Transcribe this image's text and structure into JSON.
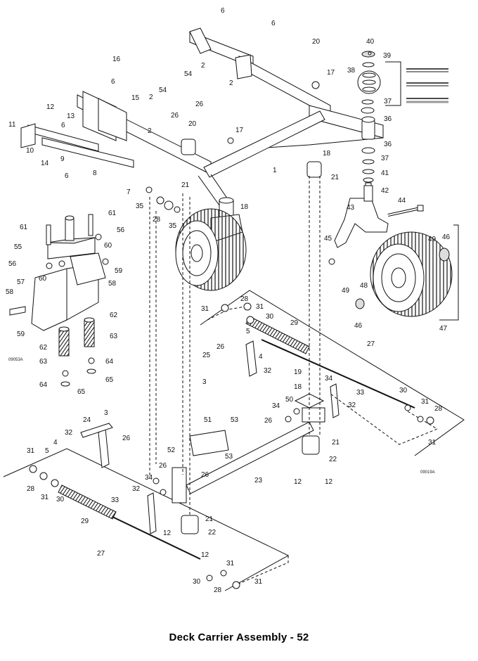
{
  "caption": "Deck Carrier Assembly - 52",
  "codes": [
    "09053A",
    "09019A"
  ],
  "callouts": [
    {
      "id": "c6a",
      "label": "6"
    },
    {
      "id": "c6b",
      "label": "6"
    },
    {
      "id": "c20a",
      "label": "20"
    },
    {
      "id": "c40",
      "label": "40"
    },
    {
      "id": "c39",
      "label": "39"
    },
    {
      "id": "c38",
      "label": "38"
    },
    {
      "id": "c17a",
      "label": "17"
    },
    {
      "id": "c2a",
      "label": "2"
    },
    {
      "id": "c2b",
      "label": "2"
    },
    {
      "id": "c54a",
      "label": "54"
    },
    {
      "id": "c26a",
      "label": "26"
    },
    {
      "id": "c16",
      "label": "16"
    },
    {
      "id": "c6c",
      "label": "6"
    },
    {
      "id": "c15",
      "label": "15"
    },
    {
      "id": "c54b",
      "label": "54"
    },
    {
      "id": "c2c",
      "label": "2"
    },
    {
      "id": "c26b",
      "label": "26"
    },
    {
      "id": "c2d",
      "label": "2"
    },
    {
      "id": "c12a",
      "label": "12"
    },
    {
      "id": "c13",
      "label": "13"
    },
    {
      "id": "c6d",
      "label": "6"
    },
    {
      "id": "c11",
      "label": "11"
    },
    {
      "id": "c10",
      "label": "10"
    },
    {
      "id": "c14",
      "label": "14"
    },
    {
      "id": "c9",
      "label": "9"
    },
    {
      "id": "c6e",
      "label": "6"
    },
    {
      "id": "c8",
      "label": "8"
    },
    {
      "id": "c20b",
      "label": "20"
    },
    {
      "id": "c17b",
      "label": "17"
    },
    {
      "id": "c37a",
      "label": "37"
    },
    {
      "id": "c36a",
      "label": "36"
    },
    {
      "id": "c36b",
      "label": "36"
    },
    {
      "id": "c18a",
      "label": "18"
    },
    {
      "id": "c1",
      "label": "1"
    },
    {
      "id": "c21a",
      "label": "21"
    },
    {
      "id": "c37b",
      "label": "37"
    },
    {
      "id": "c41",
      "label": "41"
    },
    {
      "id": "c42",
      "label": "42"
    },
    {
      "id": "c7",
      "label": "7"
    },
    {
      "id": "c21b",
      "label": "21"
    },
    {
      "id": "c35a",
      "label": "35"
    },
    {
      "id": "c18b",
      "label": "18"
    },
    {
      "id": "c43",
      "label": "43"
    },
    {
      "id": "c44",
      "label": "44"
    },
    {
      "id": "c28a",
      "label": "28"
    },
    {
      "id": "c35b",
      "label": "35"
    },
    {
      "id": "c61a",
      "label": "61"
    },
    {
      "id": "c61b",
      "label": "61"
    },
    {
      "id": "c56a",
      "label": "56"
    },
    {
      "id": "c45",
      "label": "45"
    },
    {
      "id": "c49a",
      "label": "49"
    },
    {
      "id": "c46a",
      "label": "46"
    },
    {
      "id": "c55",
      "label": "55"
    },
    {
      "id": "c60a",
      "label": "60"
    },
    {
      "id": "c56b",
      "label": "56"
    },
    {
      "id": "c60b",
      "label": "60"
    },
    {
      "id": "c59a",
      "label": "59"
    },
    {
      "id": "c57",
      "label": "57"
    },
    {
      "id": "c58a",
      "label": "58"
    },
    {
      "id": "c58b",
      "label": "58"
    },
    {
      "id": "c59b",
      "label": "59"
    },
    {
      "id": "c62a",
      "label": "62"
    },
    {
      "id": "c63a",
      "label": "63"
    },
    {
      "id": "c62b",
      "label": "62"
    },
    {
      "id": "c63b",
      "label": "63"
    },
    {
      "id": "c64a",
      "label": "64"
    },
    {
      "id": "c65a",
      "label": "65"
    },
    {
      "id": "c64b",
      "label": "64"
    },
    {
      "id": "c65b",
      "label": "65"
    },
    {
      "id": "c48",
      "label": "48"
    },
    {
      "id": "c49b",
      "label": "49"
    },
    {
      "id": "c46b",
      "label": "46"
    },
    {
      "id": "c47",
      "label": "47"
    },
    {
      "id": "c31a",
      "label": "31"
    },
    {
      "id": "c28b",
      "label": "28"
    },
    {
      "id": "c31b",
      "label": "31"
    },
    {
      "id": "c30a",
      "label": "30"
    },
    {
      "id": "c29a",
      "label": "29"
    },
    {
      "id": "c5a",
      "label": "5"
    },
    {
      "id": "c27a",
      "label": "27"
    },
    {
      "id": "c26c",
      "label": "26"
    },
    {
      "id": "c4a",
      "label": "4"
    },
    {
      "id": "c25",
      "label": "25"
    },
    {
      "id": "c32a",
      "label": "32"
    },
    {
      "id": "c3a",
      "label": "3"
    },
    {
      "id": "c19",
      "label": "19"
    },
    {
      "id": "c18c",
      "label": "18"
    },
    {
      "id": "c34a",
      "label": "34"
    },
    {
      "id": "c33a",
      "label": "33"
    },
    {
      "id": "c50",
      "label": "50"
    },
    {
      "id": "c34b",
      "label": "34"
    },
    {
      "id": "c32b",
      "label": "32"
    },
    {
      "id": "c30b",
      "label": "30"
    },
    {
      "id": "c31c",
      "label": "31"
    },
    {
      "id": "c28c",
      "label": "28"
    },
    {
      "id": "c26d",
      "label": "26"
    },
    {
      "id": "c31d",
      "label": "31"
    },
    {
      "id": "c3b",
      "label": "3"
    },
    {
      "id": "c24",
      "label": "24"
    },
    {
      "id": "c51",
      "label": "51"
    },
    {
      "id": "c53a",
      "label": "53"
    },
    {
      "id": "c32c",
      "label": "32"
    },
    {
      "id": "c26e",
      "label": "26"
    },
    {
      "id": "c4b",
      "label": "4"
    },
    {
      "id": "c53b",
      "label": "53"
    },
    {
      "id": "c21c",
      "label": "21"
    },
    {
      "id": "c31e",
      "label": "31"
    },
    {
      "id": "c5b",
      "label": "5"
    },
    {
      "id": "c52",
      "label": "52"
    },
    {
      "id": "c26f",
      "label": "26"
    },
    {
      "id": "c22a",
      "label": "22"
    },
    {
      "id": "c26g",
      "label": "26"
    },
    {
      "id": "c12b",
      "label": "12"
    },
    {
      "id": "c12c",
      "label": "12"
    },
    {
      "id": "c28d",
      "label": "28"
    },
    {
      "id": "c31f",
      "label": "31"
    },
    {
      "id": "c30c",
      "label": "30"
    },
    {
      "id": "c34c",
      "label": "34"
    },
    {
      "id": "c23",
      "label": "23"
    },
    {
      "id": "c32d",
      "label": "32"
    },
    {
      "id": "c33b",
      "label": "33"
    },
    {
      "id": "c29b",
      "label": "29"
    },
    {
      "id": "c21d",
      "label": "21"
    },
    {
      "id": "c22b",
      "label": "22"
    },
    {
      "id": "c12d",
      "label": "12"
    },
    {
      "id": "c12e",
      "label": "12"
    },
    {
      "id": "c27b",
      "label": "27"
    },
    {
      "id": "c31g",
      "label": "31"
    },
    {
      "id": "c30d",
      "label": "30"
    },
    {
      "id": "c28e",
      "label": "28"
    },
    {
      "id": "c31h",
      "label": "31"
    }
  ]
}
